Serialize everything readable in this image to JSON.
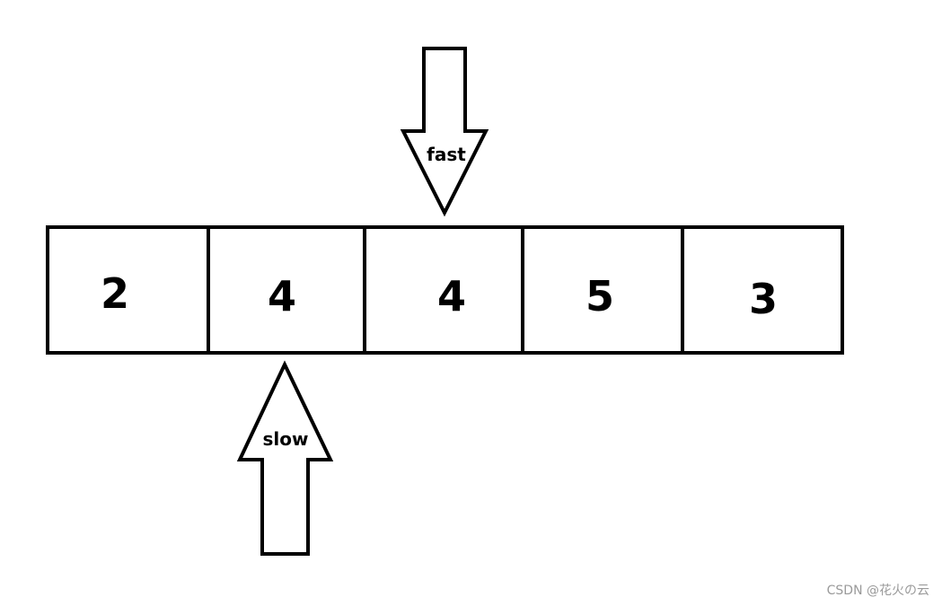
{
  "colors": {
    "stroke": "#000000",
    "fill": "#ffffff",
    "watermark": "#9a9a9a"
  },
  "array": {
    "cells": [
      {
        "value": "2"
      },
      {
        "value": "4"
      },
      {
        "value": "4"
      },
      {
        "value": "5"
      },
      {
        "value": "3"
      }
    ]
  },
  "pointers": {
    "fast": {
      "label": "fast",
      "direction": "down",
      "index": 2
    },
    "slow": {
      "label": "slow",
      "direction": "up",
      "index": 1
    }
  },
  "watermark": {
    "text": "CSDN @花火の云"
  }
}
